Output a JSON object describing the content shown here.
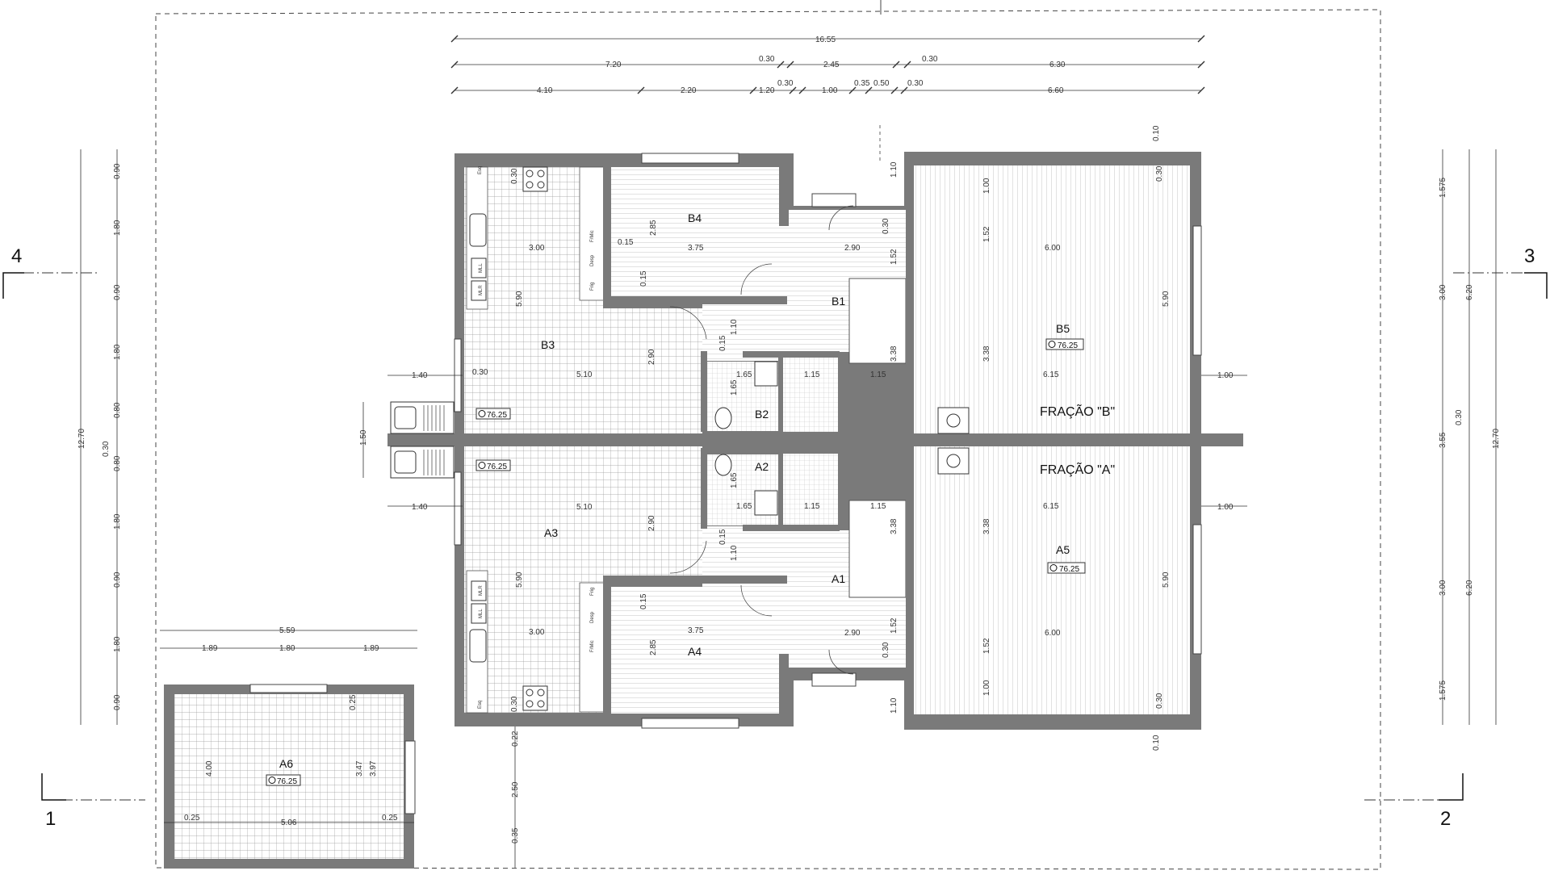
{
  "axes": {
    "a1": "1",
    "a2": "2",
    "a3": "3",
    "a4": "4"
  },
  "fractions": {
    "b": "FRAÇÃO \"B\"",
    "a": "FRAÇÃO \"A\""
  },
  "rooms": {
    "A1": "A1",
    "A2": "A2",
    "A3": "A3",
    "A4": "A4",
    "A5": "A5",
    "A6": "A6",
    "B1": "B1",
    "B2": "B2",
    "B3": "B3",
    "B4": "B4",
    "B5": "B5"
  },
  "level_badge": "76.25",
  "fixtures": {
    "eq": "Esq",
    "fmic": "F/Mic",
    "desp": "Desp",
    "mll": "MLL",
    "mlr": "MLR",
    "frig": "Frig"
  },
  "dims": {
    "top_total": "16.55",
    "top2": [
      "7.20",
      "0.30",
      "2.45",
      "0.30",
      "6.30"
    ],
    "top3": [
      "4.10",
      "2.20",
      "1.20",
      "0.30",
      "1.00",
      "0.35",
      "0.50",
      "0.30",
      "6.60"
    ],
    "left_outer": [
      "0.90",
      "1.80",
      "0.90",
      "1.80",
      "0.80",
      "0.30",
      "0.80",
      "1.80",
      "0.90",
      "1.80",
      "0.90"
    ],
    "left_total": "12.70",
    "right_outer": [
      "1.575",
      "3.00",
      "3.55",
      "0.30",
      "3.00",
      "1.575"
    ],
    "right_mid": [
      "6.20",
      "6.20"
    ],
    "right_total": "12.70",
    "h_kitchen_top": "3.00",
    "h_b4_width": "3.75",
    "h_b3_width": "5.10",
    "h_a3_width": "5.10",
    "h_a4_width": "3.75",
    "h_kitchen_bot": "3.00",
    "h_b5_width": "6.00",
    "h_b5_2": "6.15",
    "h_a5_2": "6.15",
    "h_a5_width": "6.00",
    "h_b1_width": "2.90",
    "h_a1_width": "2.90",
    "h_bath": "1.15",
    "h_bath2": "1.15",
    "h_bath_a": "1.15",
    "h_bath_a2": "1.15",
    "h_165": "1.65",
    "h_165b": "1.65",
    "v_590": "5.90",
    "v_590b": "5.90",
    "v_590c": "5.90",
    "v_590d": "5.90",
    "v_338": "3.38",
    "v_338b": "3.38",
    "v_338c": "3.38",
    "v_338d": "3.38",
    "v_152": "1.52",
    "v_152b": "1.52",
    "v_152c": "1.52",
    "v_152d": "1.52",
    "v_285": "2.85",
    "v_285b": "2.85",
    "v_290": "2.90",
    "v_290b": "2.90",
    "v_100": "1.00",
    "v_100b": "1.00",
    "v_110": "1.10",
    "v_110b": "1.10",
    "v_110c": "1.10",
    "v_110d": "1.10",
    "v_010": "0.10",
    "v_010b": "0.10",
    "v_015": "0.15",
    "v_015b": "0.15",
    "v_015c": "0.15",
    "v_015d": "0.15",
    "v_030": "0.30",
    "v_030b": "0.30",
    "v_030c": "0.30",
    "v_030d": "0.30",
    "v_030e": "0.30",
    "v_030f": "0.30",
    "v_165": "1.65",
    "v_165b": "1.65",
    "h_015": "0.15",
    "side_140": "1.40",
    "side_140b": "1.40",
    "side_150": "1.50",
    "side_100": "1.00",
    "side_100b": "1.00",
    "h_030": "0.30",
    "a6_top": "5.59",
    "a6_sub": [
      "1.89",
      "1.80",
      "1.89"
    ],
    "a6_width": "5.06",
    "a6_025": "0.25",
    "a6_025b": "0.25",
    "a6_025c": "0.25",
    "a6_400": "4.00",
    "a6_347": "3.47",
    "a6_397": "3.97",
    "bottom_022": "0.22",
    "bottom_250": "2.50",
    "bottom_035": "0.35"
  }
}
